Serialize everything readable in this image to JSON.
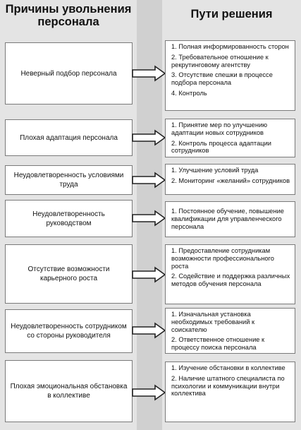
{
  "headers": {
    "left": "Причины увольнения персонала",
    "right": "Пути решения"
  },
  "rows": [
    {
      "cause": "Неверный подбор персонала",
      "solutions": [
        "1. Полная информированность сторон",
        "2. Требовательное отношение к рекрутинговому агентству",
        "3. Отсутствие спешки в процессе подбора персонала",
        "4. Контроль"
      ]
    },
    {
      "cause": "Плохая адаптация персонала",
      "solutions": [
        "1. Принятие мер по улучшению адаптации новых сотрудников",
        "2. Контроль процесса адаптации сотрудников"
      ]
    },
    {
      "cause": "Неудовлетворенность условиями труда",
      "solutions": [
        "1. Улучшение условий труда",
        "2. Мониторинг «желаний» сотрудников"
      ]
    },
    {
      "cause": "Неудовлетворенность руководством",
      "solutions": [
        "1. Постоянное обучение, повышение квалификации для управленческого персонала"
      ]
    },
    {
      "cause": "Отсутствие возможности карьерного роста",
      "solutions": [
        "1. Предоставление сотрудникам возможности профессионального роста",
        "2. Содействие и поддержка различных методов обучения персонала"
      ]
    },
    {
      "cause": "Неудовлетворенность сотрудником со стороны руководителя",
      "solutions": [
        "1. Изначальная установка необходимых требований к соискателю",
        "2. Ответственное отношение к процессу поиска персонала"
      ]
    },
    {
      "cause": "Плохая эмоциональная обстановка в коллективе",
      "solutions": [
        "1. Изучение обстановки в коллективе",
        "2. Наличие штатного специалиста по психологии и коммуникации внутри коллектива"
      ]
    }
  ]
}
